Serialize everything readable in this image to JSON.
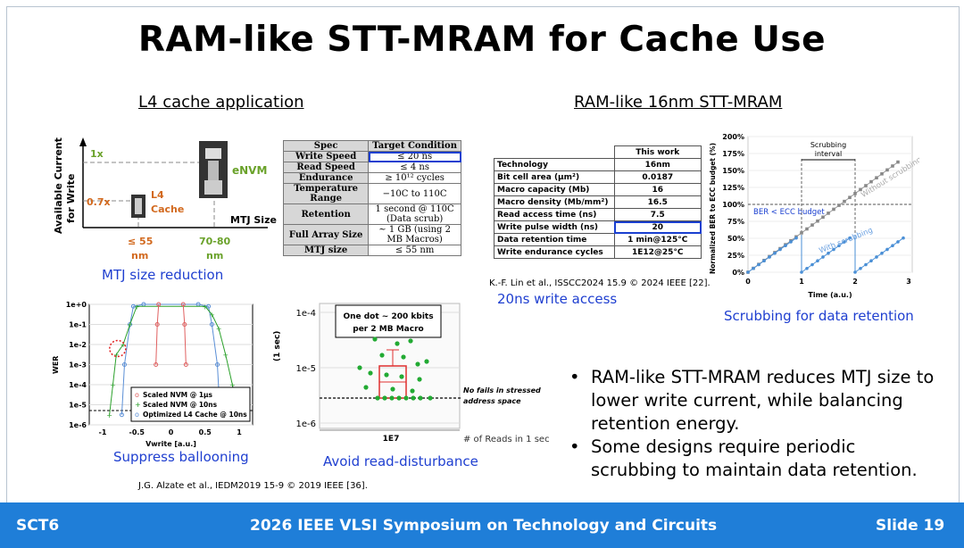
{
  "title": "RAM-like STT-MRAM for Cache Use",
  "left_section": {
    "heading": "L4 cache application",
    "diagram": {
      "y_axis": "Available Current for Write",
      "x_axis": "MTJ Size",
      "level_1x": "1x",
      "level_07x": "0.7x",
      "envm_label": "eNVM",
      "l4_label_1": "L4",
      "l4_label_2": "Cache",
      "size_small_1": "≤ 55",
      "size_small_2": "nm",
      "size_large_1": "70-80",
      "size_large_2": "nm"
    },
    "caption_mtj": "MTJ size reduction",
    "spec_table": {
      "headers": [
        "Spec",
        "Target Condition"
      ],
      "rows": [
        {
          "k": "Write Speed",
          "v": "≤ 20 ns"
        },
        {
          "k": "Read Speed",
          "v": "≤ 4 ns"
        },
        {
          "k": "Endurance",
          "v": "≥ 10¹² cycles"
        },
        {
          "k": "Temperature Range",
          "v": "−10C to 110C"
        },
        {
          "k": "Retention",
          "v": "1 second @ 110C (Data scrub)"
        },
        {
          "k": "Full Array Size",
          "v": "~ 1 GB (using 2 MB Macros)"
        },
        {
          "k": "MTJ size",
          "v": "≤ 55 nm"
        }
      ]
    },
    "wer_chart": {
      "y_label": "WER",
      "x_label": "Vwrite [a.u.]",
      "y_ticks": [
        "1e+0",
        "1e-1",
        "1e-2",
        "1e-3",
        "1e-4",
        "1e-5",
        "1e-6"
      ],
      "x_ticks": [
        "-1",
        "-0.5",
        "0",
        "0.5",
        "1"
      ],
      "legend": [
        "Scaled NVM @ 1μs",
        "Scaled NVM @ 10ns",
        "Optimized L4 Cache @ 10ns"
      ],
      "colors": {
        "red": "#e06060",
        "green": "#2aa02a",
        "blue": "#5b8fd6"
      }
    },
    "caption_ballooning": "Suppress ballooning",
    "disturb_chart": {
      "y_ticks": [
        "1e-4",
        "1e-5",
        "1e-6"
      ],
      "y_label": "(1 sec)",
      "x_tick": "1E7",
      "box_note_1": "One dot ~ 200 kbits",
      "box_note_2": "per 2 MB Macro",
      "no_fail_1": "No fails in stressed",
      "no_fail_2": "address space",
      "x_note": "# of Reads in 1 sec"
    },
    "caption_disturb": "Avoid read-disturbance",
    "reference": "J.G. Alzate et al., IEDM2019 15-9 © 2019 IEEE [36]."
  },
  "right_section": {
    "heading": "RAM-like 16nm STT-MRAM",
    "work_table": {
      "header": "This work",
      "rows": [
        {
          "k": "Technology",
          "v": "16nm"
        },
        {
          "k": "Bit cell area (μm²)",
          "v": "0.0187"
        },
        {
          "k": "Macro capacity (Mb)",
          "v": "16"
        },
        {
          "k": "Macro density  (Mb/mm²)",
          "v": "16.5"
        },
        {
          "k": "Read access time (ns)",
          "v": "7.5"
        },
        {
          "k": "Write pulse width (ns)",
          "v": "20"
        },
        {
          "k": "Data retention time",
          "v": "1 min@125°C"
        },
        {
          "k": "Write endurance cycles",
          "v": "1E12@25°C"
        }
      ]
    },
    "reference": "K.-F. Lin et al., ISSCC2024 15.9 © 2024 IEEE [22].",
    "caption_write": "20ns write access",
    "scrub_chart": {
      "y_label": "Normalized BER to ECC budget (%)",
      "x_label": "Time (a.u.)",
      "y_ticks": [
        "200%",
        "175%",
        "150%",
        "125%",
        "100%",
        "75%",
        "50%",
        "25%",
        "0%"
      ],
      "x_ticks": [
        "0",
        "1",
        "2",
        "3"
      ],
      "interval_1": "Scrubbing",
      "interval_2": "interval",
      "without": "Without scrubbing",
      "with": "With scrubbing",
      "budget": "BER < ECC budget"
    },
    "caption_scrub": "Scrubbing for data retention"
  },
  "bullets": [
    "RAM-like STT-MRAM reduces MTJ size to lower write current, while balancing retention energy.",
    "Some designs require periodic scrubbing to maintain data retention."
  ],
  "footer": {
    "left": "SCT6",
    "center": "2026 IEEE VLSI Symposium on Technology and Circuits",
    "right": "Slide 19"
  }
}
